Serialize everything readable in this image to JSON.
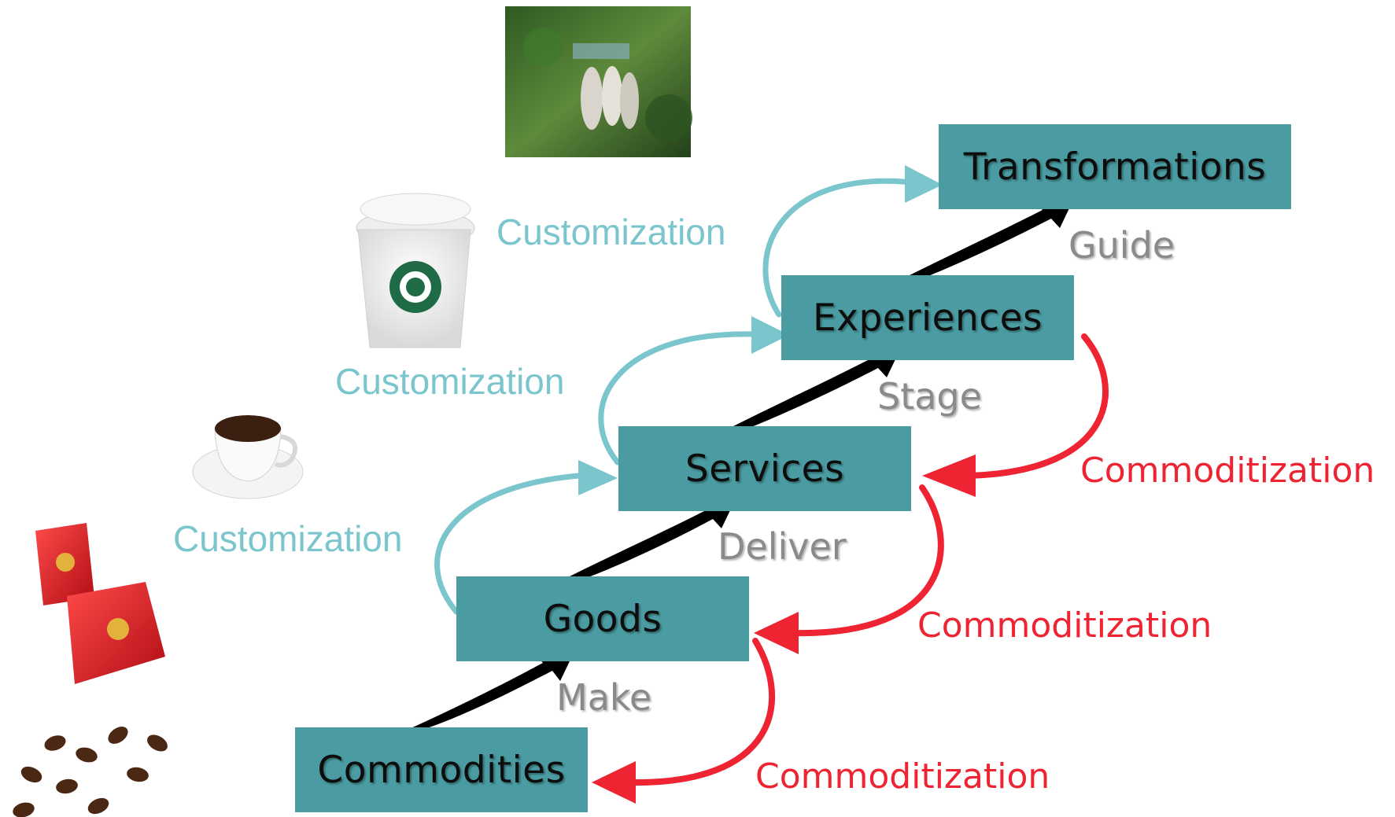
{
  "stages": [
    {
      "label": "Commodities"
    },
    {
      "label": "Goods"
    },
    {
      "label": "Services"
    },
    {
      "label": "Experiences"
    },
    {
      "label": "Transformations"
    }
  ],
  "verbs": [
    "Make",
    "Deliver",
    "Stage",
    "Guide"
  ],
  "customization_label": "Customization",
  "commoditization_label": "Commoditization",
  "colors": {
    "box": "#4a9ca2",
    "customization": "#7bc5cc",
    "commoditization": "#ee2433",
    "verb": "#8a8a8a",
    "step_arrow": "#000000"
  },
  "images": [
    "forest-tour-photo",
    "takeaway-coffee-cup",
    "coffee-cup-saucer",
    "coffee-bags",
    "coffee-beans"
  ]
}
